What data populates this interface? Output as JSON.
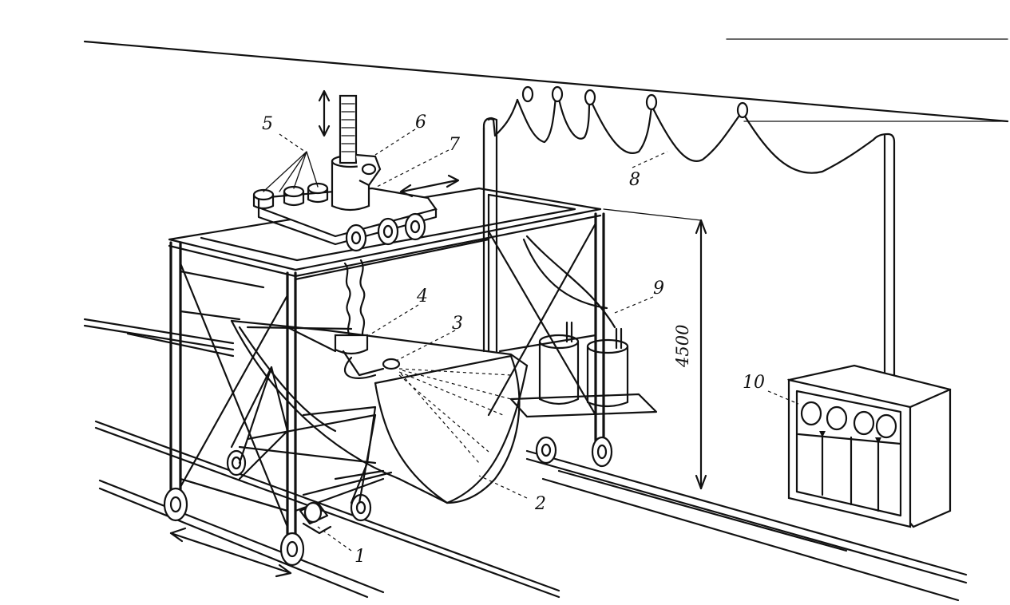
{
  "labels": {
    "l1": "1",
    "l2": "2",
    "l3": "3",
    "l4": "4",
    "l5": "5",
    "l6": "6",
    "l7": "7",
    "l8": "8",
    "l9": "9",
    "l10": "10"
  },
  "dimension": "4500"
}
